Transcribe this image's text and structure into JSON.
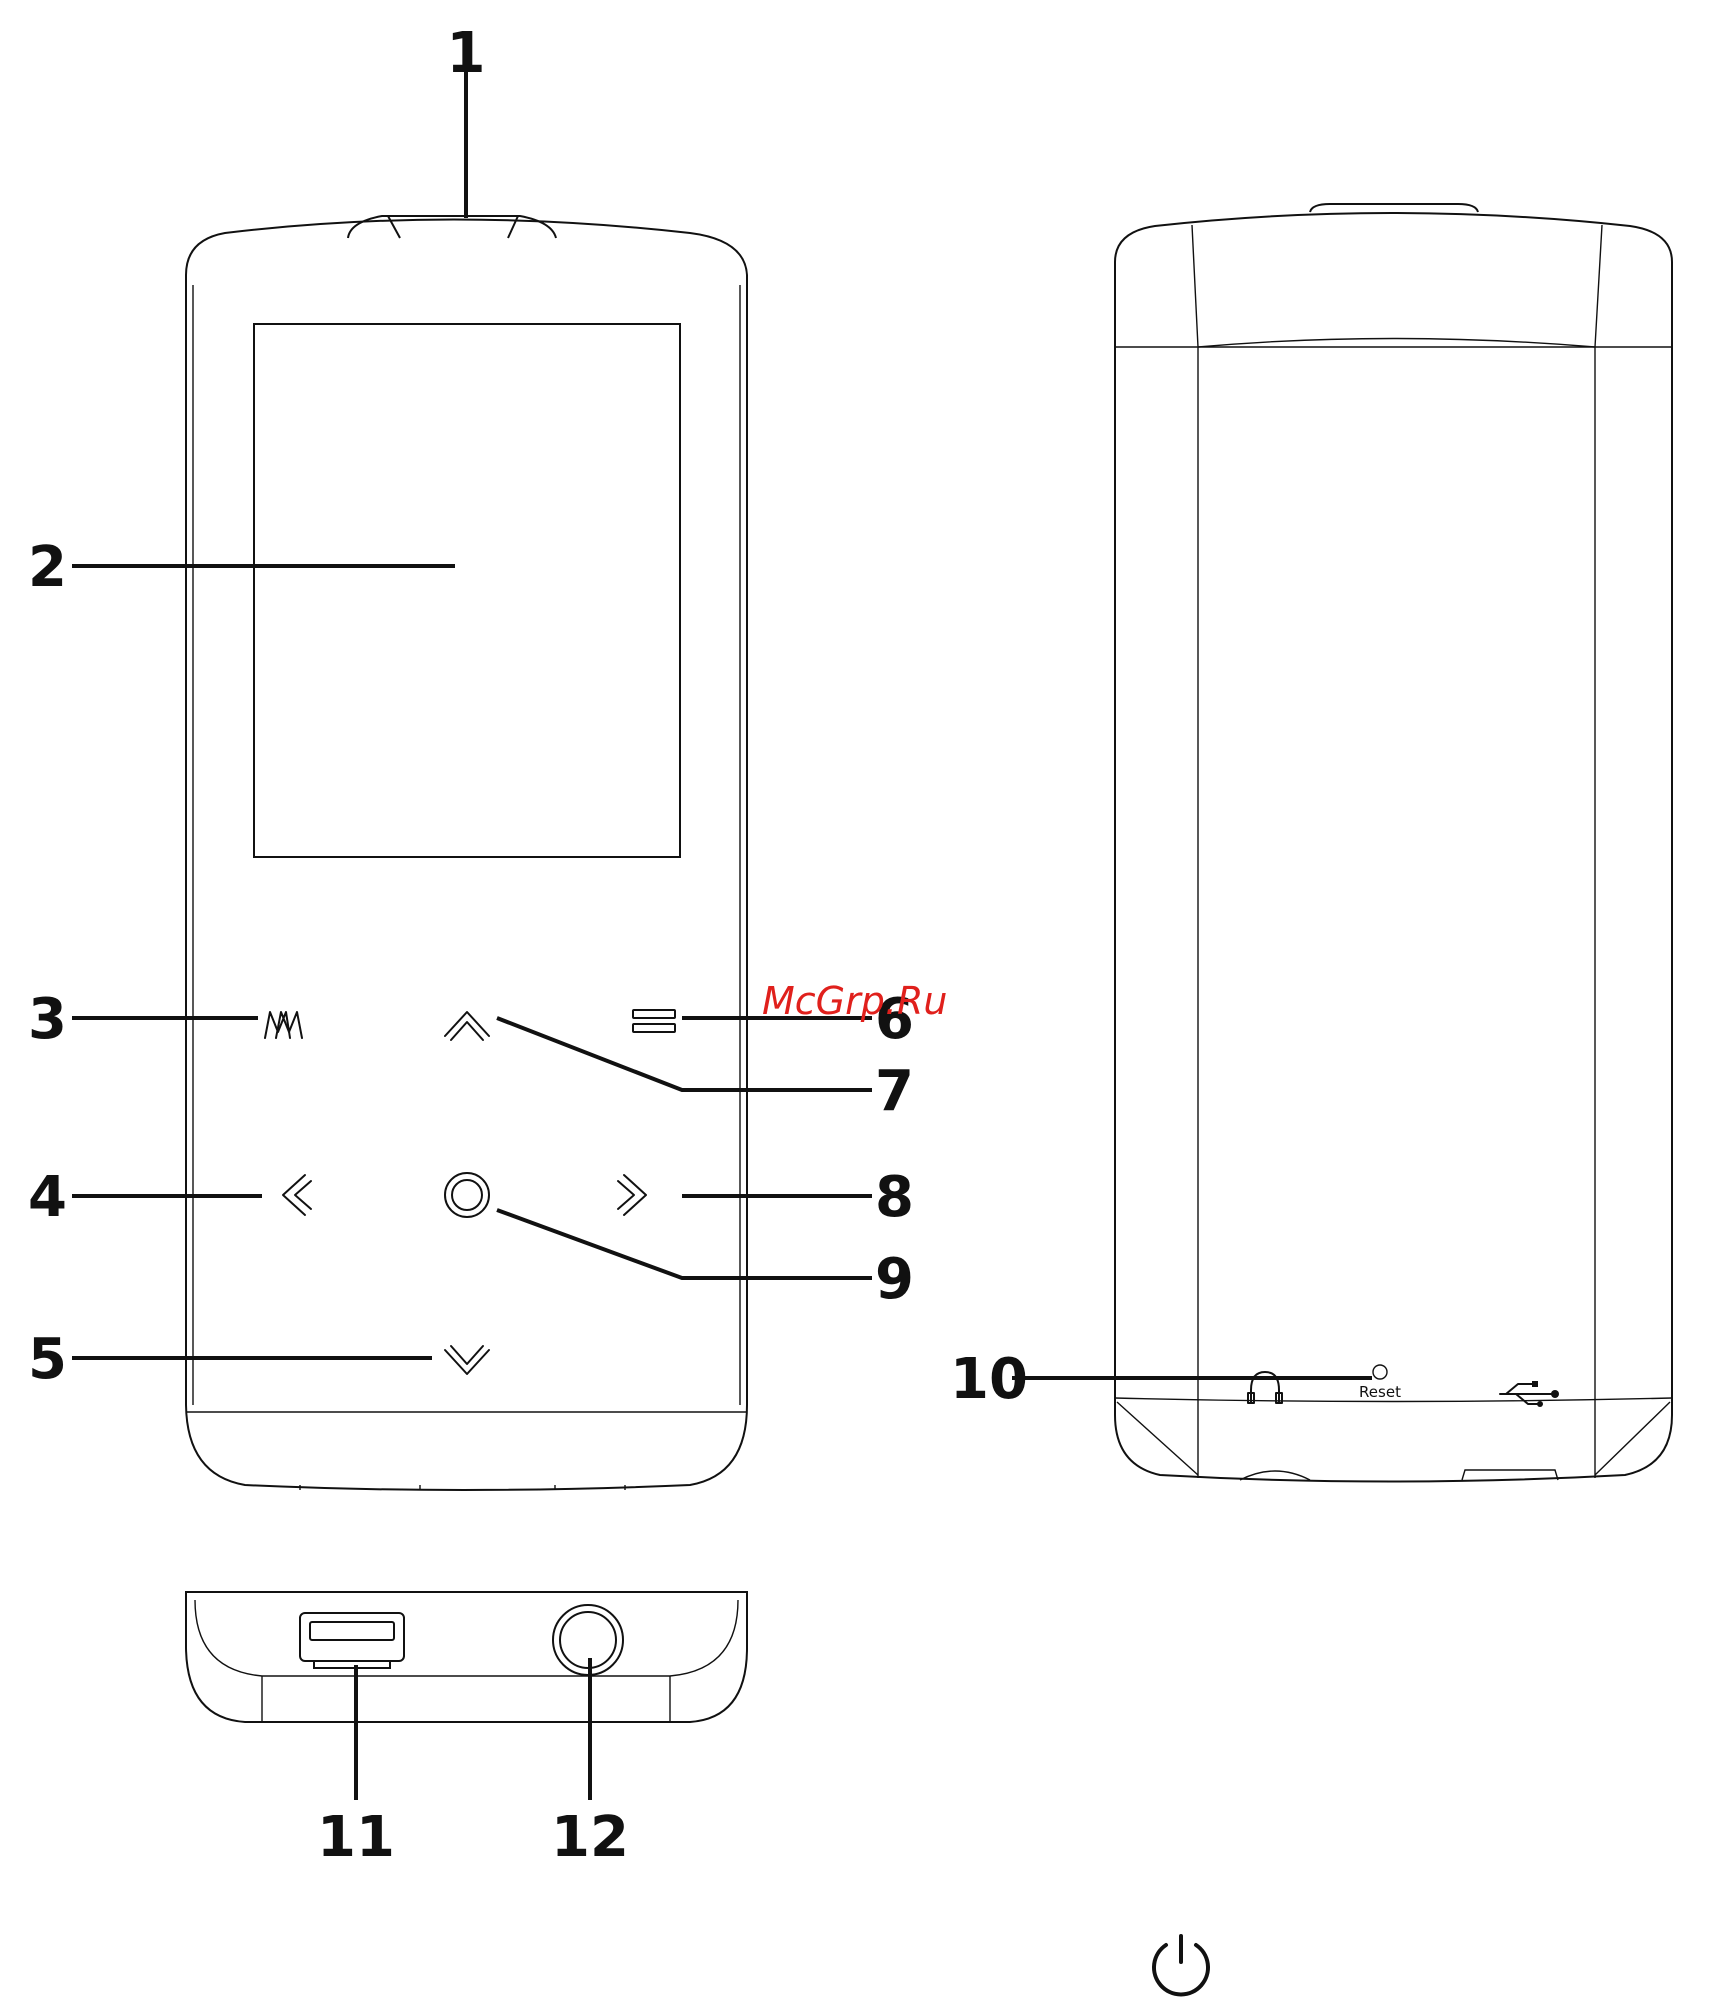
{
  "callouts": {
    "c1": "1",
    "c2": "2",
    "c3": "3",
    "c4": "4",
    "c5": "5",
    "c6": "6",
    "c7": "7",
    "c8": "8",
    "c9": "9",
    "c10": "10",
    "c11": "11",
    "c12": "12"
  },
  "back_panel": {
    "reset_label": "Reset"
  },
  "watermark": {
    "text": "McGrp.Ru",
    "color": "#e0201c"
  },
  "icons": {
    "menu_key": "m-icon",
    "up_key": "chevron-up-icon",
    "down_key": "chevron-down-icon",
    "left_key": "chevron-left-icon",
    "right_key": "chevron-right-icon",
    "select_key": "circle-icon",
    "options_key": "double-bar-icon",
    "headphone": "headphone-icon",
    "usb": "usb-icon",
    "power": "power-icon"
  }
}
